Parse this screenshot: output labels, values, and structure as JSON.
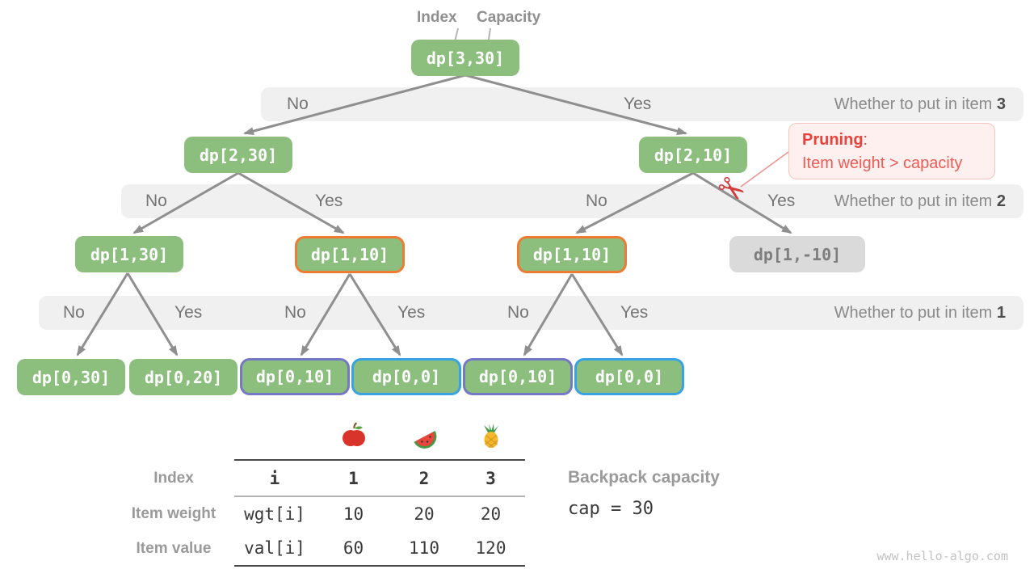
{
  "pointers": {
    "index": "Index",
    "capacity": "Capacity"
  },
  "nodes": [
    {
      "label": "dp[3,30]",
      "variant": "green"
    },
    {
      "label": "dp[2,30]",
      "variant": "green"
    },
    {
      "label": "dp[2,10]",
      "variant": "green"
    },
    {
      "label": "dp[1,30]",
      "variant": "green"
    },
    {
      "label": "dp[1,10]",
      "variant": "orange-border"
    },
    {
      "label": "dp[1,10]",
      "variant": "orange-border"
    },
    {
      "label": "dp[1,-10]",
      "variant": "gray-pruned"
    },
    {
      "label": "dp[0,30]",
      "variant": "green"
    },
    {
      "label": "dp[0,20]",
      "variant": "green"
    },
    {
      "label": "dp[0,10]",
      "variant": "purple-border"
    },
    {
      "label": "dp[0,0]",
      "variant": "blue-border"
    },
    {
      "label": "dp[0,10]",
      "variant": "purple-border"
    },
    {
      "label": "dp[0,0]",
      "variant": "blue-border"
    }
  ],
  "decision_rows": [
    {
      "labels": [
        "No",
        "Yes"
      ],
      "question": "Whether to put in item ",
      "item": "3"
    },
    {
      "labels": [
        "No",
        "Yes",
        "No",
        "Yes"
      ],
      "question": "Whether to put in item ",
      "item": "2"
    },
    {
      "labels": [
        "No",
        "Yes",
        "No",
        "Yes",
        "No",
        "Yes"
      ],
      "question": "Whether to put in item ",
      "item": "1"
    }
  ],
  "pruning": {
    "title": "Pruning",
    "colon": ":",
    "line2": "Item weight > capacity"
  },
  "table": {
    "row_labels": [
      "Index",
      "Item weight",
      "Item value"
    ],
    "header": [
      "i",
      "1",
      "2",
      "3"
    ],
    "rows": [
      {
        "name": "wgt[i]",
        "values": [
          "10",
          "20",
          "20"
        ]
      },
      {
        "name": "val[i]",
        "values": [
          "60",
          "110",
          "120"
        ]
      }
    ],
    "fruit_icons": [
      "apple-icon",
      "watermelon-icon",
      "pineapple-icon"
    ]
  },
  "capacity_info": {
    "label": "Backpack capacity",
    "code": "cap = 30"
  },
  "watermark": "www.hello-algo.com",
  "colors": {
    "node_green": "#8cbe7d",
    "node_gray": "#dadada",
    "border_orange": "#ef7b32",
    "border_purple": "#7478c5",
    "border_blue": "#39a2e5",
    "band_bg": "#f0f0f0",
    "pruning_red": "#e8423d",
    "arrow_gray": "#8f8f8f"
  }
}
